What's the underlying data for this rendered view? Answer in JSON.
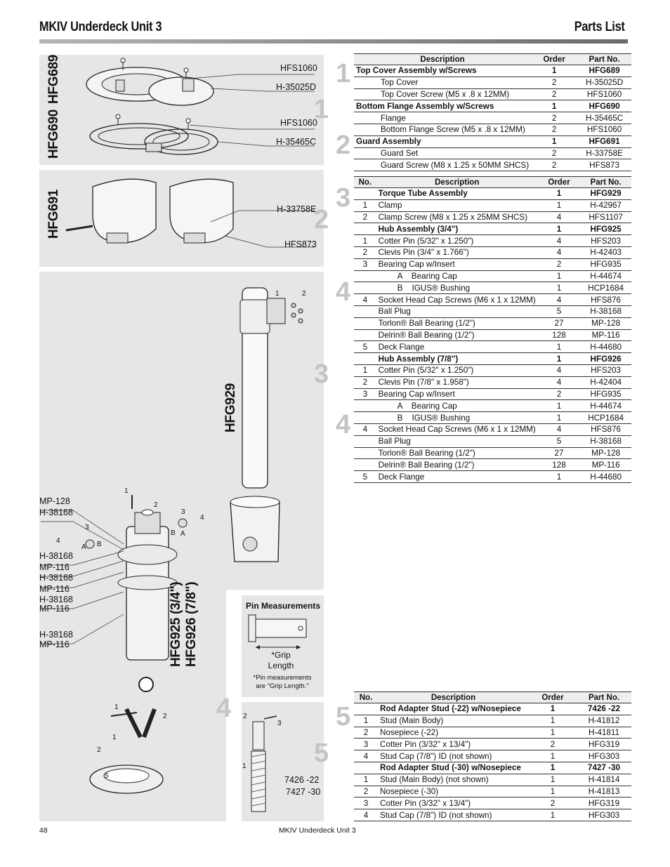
{
  "header": {
    "title": "MKIV Underdeck Unit 3",
    "section": "Parts List"
  },
  "panels": {
    "hfg689": {
      "label": "HFG689",
      "callouts": [
        "HFS1060",
        "H-35025D"
      ]
    },
    "hfg690": {
      "label": "HFG690",
      "callouts": [
        "HFS1060",
        "H-35465C"
      ]
    },
    "hfg691": {
      "label": "HFG691",
      "callouts": [
        "H-33758E",
        "HFS873"
      ]
    },
    "hfg929": {
      "label": "HFG929",
      "numbers": [
        "1",
        "2"
      ]
    },
    "hub": {
      "label1": "HFG925 (3/4\")",
      "label2": "HFG926 (7/8\")",
      "callouts_left": [
        "MP-128",
        "H-38168",
        "H-38168",
        "MP-116",
        "H-38168",
        "MP-116",
        "H-38168",
        "MP-116",
        "H-38168",
        "MP-116"
      ],
      "numbers": [
        "1",
        "2",
        "3",
        "4",
        "3",
        "4",
        "A",
        "B",
        "B",
        "A",
        "1",
        "2",
        "1",
        "2",
        "5"
      ]
    },
    "pin": {
      "title": "Pin Measurements",
      "grip": "*Grip Length",
      "note": "*Pin measurements are \"Grip Length.\""
    },
    "stud": {
      "callouts": [
        "7426 -22",
        "7427 -30"
      ],
      "numbers": [
        "2",
        "3",
        "1"
      ]
    }
  },
  "big_numbers": [
    "1",
    "1",
    "2",
    "3",
    "4",
    "2",
    "3",
    "4",
    "4",
    "5",
    "5"
  ],
  "table1": {
    "headers": [
      "Description",
      "Order",
      "Part No."
    ],
    "rows": [
      {
        "no": "",
        "desc": "Top Cover Assembly w/Screws",
        "order": "1",
        "part": "HFG689",
        "type": "asm"
      },
      {
        "no": "",
        "desc": "Top Cover",
        "order": "2",
        "part": "H-35025D",
        "type": "sub"
      },
      {
        "no": "",
        "desc": "Top Cover Screw (M5 x .8 x 12MM)",
        "order": "2",
        "part": "HFS1060",
        "type": "sub"
      },
      {
        "no": "",
        "desc": "Bottom Flange Assembly w/Screws",
        "order": "1",
        "part": "HFG690",
        "type": "asm"
      },
      {
        "no": "",
        "desc": "Flange",
        "order": "2",
        "part": "H-35465C",
        "type": "sub"
      },
      {
        "no": "",
        "desc": "Bottom Flange Screw (M5 x .8 x 12MM)",
        "order": "2",
        "part": "HFS1060",
        "type": "sub"
      },
      {
        "no": "",
        "desc": "Guard Assembly",
        "order": "1",
        "part": "HFG691",
        "type": "asm"
      },
      {
        "no": "",
        "desc": "Guard Set",
        "order": "2",
        "part": "H-33758E",
        "type": "sub"
      },
      {
        "no": "",
        "desc": "Guard Screw (M8 x 1.25 x 50MM SHCS)",
        "order": "2",
        "part": "HFS873",
        "type": "sub"
      }
    ]
  },
  "table2": {
    "headers": [
      "No.",
      "Description",
      "Order",
      "Part No."
    ],
    "rows": [
      {
        "no": "",
        "desc": "Torque Tube Assembly",
        "order": "1",
        "part": "HFG929",
        "type": "asm"
      },
      {
        "no": "1",
        "desc": "Clamp",
        "order": "1",
        "part": "H-42967",
        "type": "item"
      },
      {
        "no": "2",
        "desc": "Clamp Screw (M8 x 1.25 x 25MM SHCS)",
        "order": "4",
        "part": "HFS1107",
        "type": "item"
      },
      {
        "no": "",
        "desc": "Hub Assembly (3/4\")",
        "order": "1",
        "part": "HFG925",
        "type": "asm"
      },
      {
        "no": "1",
        "desc": "Cotter Pin (5/32\" x 1.250\")",
        "order": "4",
        "part": "HFS203",
        "type": "item"
      },
      {
        "no": "2",
        "desc": "Clevis Pin (3/4\" x 1.766\")",
        "order": "4",
        "part": "H-42403",
        "type": "item"
      },
      {
        "no": "3",
        "desc": "Bearing Cap w/Insert",
        "order": "2",
        "part": "HFG935",
        "type": "item"
      },
      {
        "no": "",
        "desc": "A    Bearing Cap",
        "order": "1",
        "part": "H-44674",
        "type": "sub2"
      },
      {
        "no": "",
        "desc": "B    IGUS® Bushing",
        "order": "1",
        "part": "HCP1684",
        "type": "sub2"
      },
      {
        "no": "4",
        "desc": "Socket Head Cap Screws (M6 x 1 x 12MM)",
        "order": "4",
        "part": "HFS876",
        "type": "item"
      },
      {
        "no": "",
        "desc": "Ball Plug",
        "order": "5",
        "part": "H-38168",
        "type": "item"
      },
      {
        "no": "",
        "desc": "Torlon® Ball Bearing (1/2\")",
        "order": "27",
        "part": "MP-128",
        "type": "item"
      },
      {
        "no": "",
        "desc": "Delrin® Ball Bearing (1/2\")",
        "order": "128",
        "part": "MP-116",
        "type": "item"
      },
      {
        "no": "5",
        "desc": "Deck Flange",
        "order": "1",
        "part": "H-44680",
        "type": "item"
      },
      {
        "no": "",
        "desc": "Hub Assembly (7/8\")",
        "order": "1",
        "part": "HFG926",
        "type": "asm"
      },
      {
        "no": "1",
        "desc": "Cotter Pin (5/32\" x 1.250\")",
        "order": "4",
        "part": "HFS203",
        "type": "item"
      },
      {
        "no": "2",
        "desc": "Clevis Pin (7/8\" x 1.958\")",
        "order": "4",
        "part": "H-42404",
        "type": "item"
      },
      {
        "no": "3",
        "desc": "Bearing Cap w/Insert",
        "order": "2",
        "part": "HFG935",
        "type": "item"
      },
      {
        "no": "",
        "desc": "A    Bearing Cap",
        "order": "1",
        "part": "H-44674",
        "type": "sub2"
      },
      {
        "no": "",
        "desc": "B    IGUS® Bushing",
        "order": "1",
        "part": "HCP1684",
        "type": "sub2"
      },
      {
        "no": "4",
        "desc": "Socket Head Cap Screws (M6 x 1 x 12MM)",
        "order": "4",
        "part": "HFS876",
        "type": "item"
      },
      {
        "no": "",
        "desc": "Ball Plug",
        "order": "5",
        "part": "H-38168",
        "type": "item"
      },
      {
        "no": "",
        "desc": "Torlon® Ball Bearing (1/2\")",
        "order": "27",
        "part": "MP-128",
        "type": "item"
      },
      {
        "no": "",
        "desc": "Delrin® Ball Bearing (1/2\")",
        "order": "128",
        "part": "MP-116",
        "type": "item"
      },
      {
        "no": "5",
        "desc": "Deck Flange",
        "order": "1",
        "part": "H-44680",
        "type": "item"
      }
    ]
  },
  "table3": {
    "headers": [
      "No.",
      "Description",
      "Order",
      "Part No."
    ],
    "rows": [
      {
        "no": "",
        "desc": "Rod Adapter Stud (-22) w/Nosepiece",
        "order": "1",
        "part": "7426 -22",
        "type": "asm"
      },
      {
        "no": "1",
        "desc": "Stud (Main Body)",
        "order": "1",
        "part": "H-41812",
        "type": "item"
      },
      {
        "no": "2",
        "desc": "Nosepiece (-22)",
        "order": "1",
        "part": "H-41811",
        "type": "item"
      },
      {
        "no": "3",
        "desc": "Cotter Pin (3/32\" x 13/4\")",
        "order": "2",
        "part": "HFG319",
        "type": "item"
      },
      {
        "no": "4",
        "desc": "Stud Cap (7/8\") ID (not shown)",
        "order": "1",
        "part": "HFG303",
        "type": "item"
      },
      {
        "no": "",
        "desc": "Rod Adapter Stud (-30) w/Nosepiece",
        "order": "1",
        "part": "7427 -30",
        "type": "asm"
      },
      {
        "no": "1",
        "desc": "Stud (Main Body) (not shown)",
        "order": "1",
        "part": "H-41814",
        "type": "item"
      },
      {
        "no": "2",
        "desc": "Nosepiece (-30)",
        "order": "1",
        "part": "H-41813",
        "type": "item"
      },
      {
        "no": "3",
        "desc": "Cotter Pin (3/32\" x 13/4\")",
        "order": "2",
        "part": "HFG319",
        "type": "item"
      },
      {
        "no": "4",
        "desc": "Stud Cap (7/8\") ID (not shown)",
        "order": "1",
        "part": "HFG303",
        "type": "item"
      }
    ]
  },
  "footer": {
    "page": "48",
    "title": "MKIV Underdeck Unit 3"
  }
}
